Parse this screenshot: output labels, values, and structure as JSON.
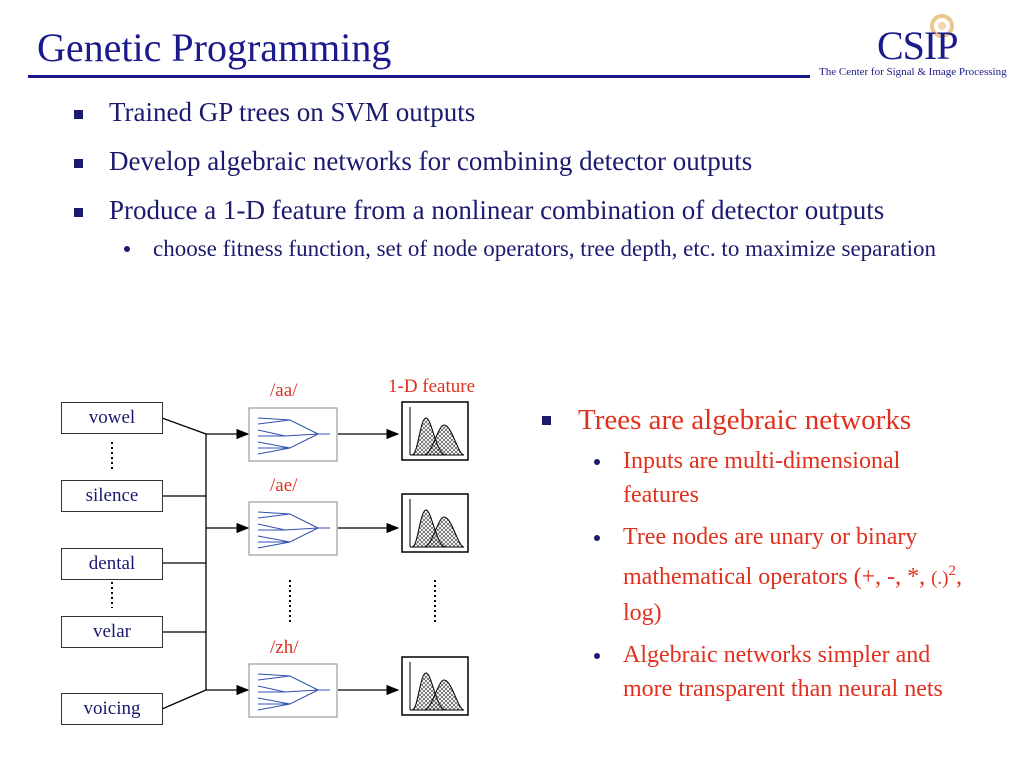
{
  "slide": {
    "title": "Genetic Programming",
    "logo": {
      "text": "CSIP",
      "subtitle": "The Center for Signal & Image Processing"
    }
  },
  "bullets": [
    {
      "text": "Trained GP trees on SVM outputs"
    },
    {
      "text": "Develop algebraic networks for combining detector outputs"
    },
    {
      "text": "Produce a 1-D feature from a nonlinear combination of detector outputs"
    }
  ],
  "sub_bullets": [
    {
      "text": "choose fitness function, set of node operators, tree depth, etc. to maximize separation"
    }
  ],
  "right_panel": {
    "heading": "Trees are algebraic networks",
    "items": [
      {
        "text": "Inputs are multi-dimensional features"
      },
      {
        "text": "Tree nodes are unary or binary mathematical operators (+, -, *, ",
        "sup_base": "(.)",
        "sup": "2",
        "tail": ", log)"
      },
      {
        "text": "Algebraic networks simpler and more transparent than neural nets"
      }
    ]
  },
  "diagram": {
    "inputs": [
      "vowel",
      "silence",
      "dental",
      "velar",
      "voicing"
    ],
    "trees": [
      "/aa/",
      "/ae/",
      "/zh/"
    ],
    "output_label": "1-D feature"
  },
  "colors": {
    "title": "#1a1a8c",
    "text": "#1a1a6e",
    "accent": "#e0301e"
  }
}
